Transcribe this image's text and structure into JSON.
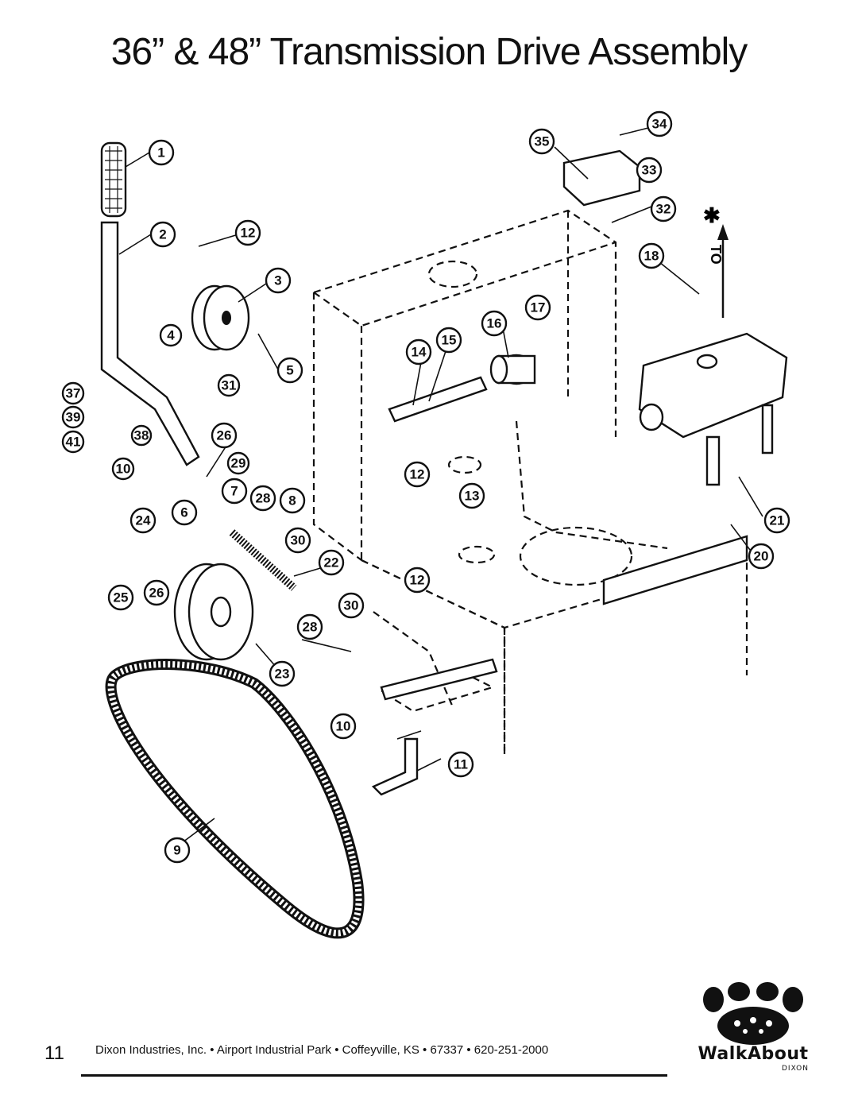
{
  "page": {
    "title": "36” & 48” Transmission Drive Assembly",
    "page_number": "11",
    "footer": "Dixon Industries, Inc. • Airport Industrial Park • Coffeyville, KS • 67337 • 620-251-2000"
  },
  "logo": {
    "word": "WalkAbout",
    "sub": "DIXON"
  },
  "diagram": {
    "callouts": [
      "1",
      "2",
      "12",
      "3",
      "4",
      "5",
      "37",
      "39",
      "41",
      "10",
      "31",
      "38",
      "26",
      "29",
      "6",
      "7",
      "28",
      "8",
      "24",
      "30",
      "22",
      "25",
      "26",
      "28",
      "30",
      "23",
      "9",
      "12",
      "14",
      "15",
      "16",
      "17",
      "12",
      "13",
      "10",
      "11",
      "35",
      "34",
      "33",
      "32",
      "18",
      "21",
      "20"
    ],
    "annotations": {
      "star": "✱",
      "to": "TO"
    }
  }
}
